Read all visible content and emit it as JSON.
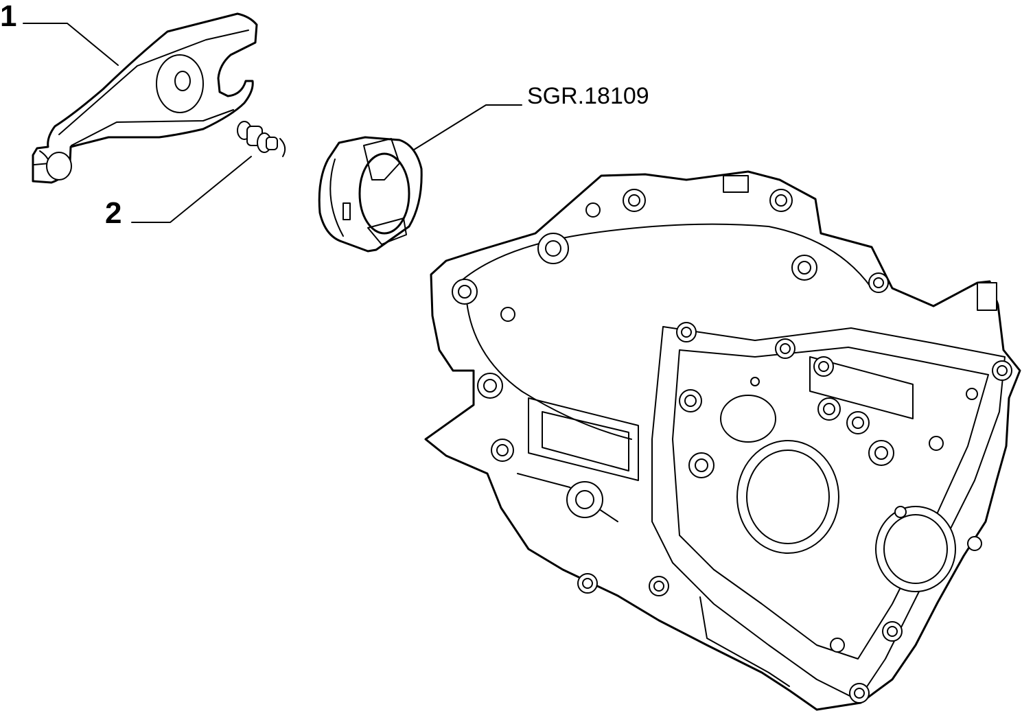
{
  "callouts": {
    "part_1": "1",
    "part_2": "2",
    "reference": "SGR.18109"
  },
  "colors": {
    "line": "#000000",
    "background": "#ffffff"
  }
}
